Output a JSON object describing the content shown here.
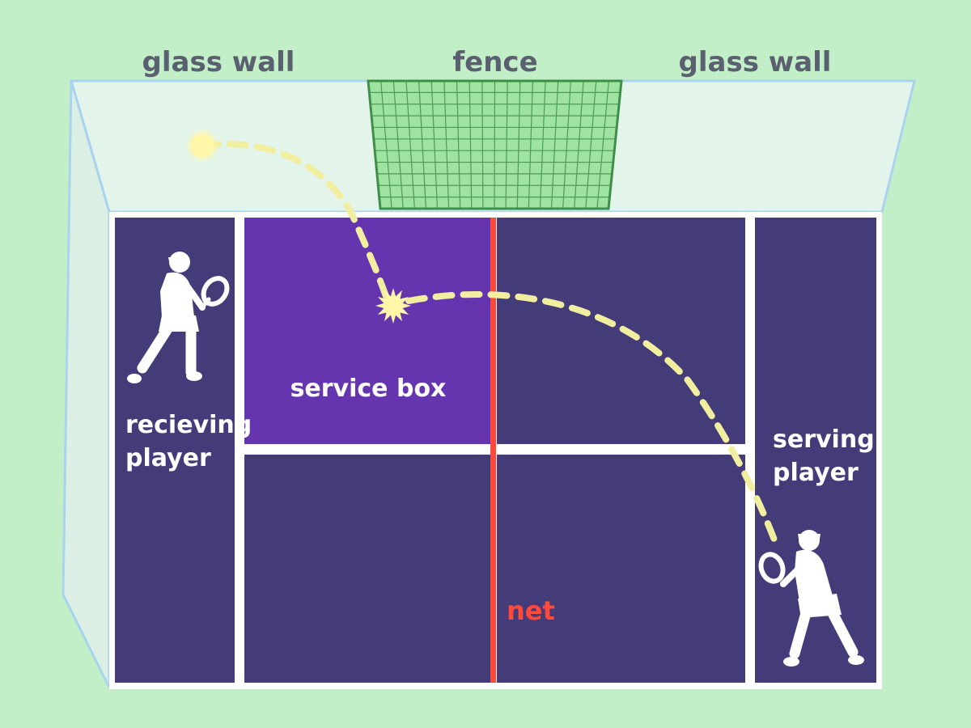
{
  "labels": {
    "glass_wall_left": "glass wall",
    "fence": "fence",
    "glass_wall_right": "glass wall",
    "service_box": "service box",
    "receiving_player_line1": "recieving",
    "receiving_player_line2": "player",
    "serving_player_line1": "serving",
    "serving_player_line2": "player",
    "net": "net"
  },
  "colors": {
    "background": "#c2efc8",
    "glass": "#e3f4ea",
    "glass_edge": "#a9d3ee",
    "fence_fill": "#9fe3a0",
    "fence_grid": "#3f8f4a",
    "court": "#433c78",
    "service_box": "#6535b0",
    "lines": "#ffffff",
    "net": "#ff4a3a",
    "ball": "#fff6a8",
    "ball_path": "#f2eea0"
  }
}
